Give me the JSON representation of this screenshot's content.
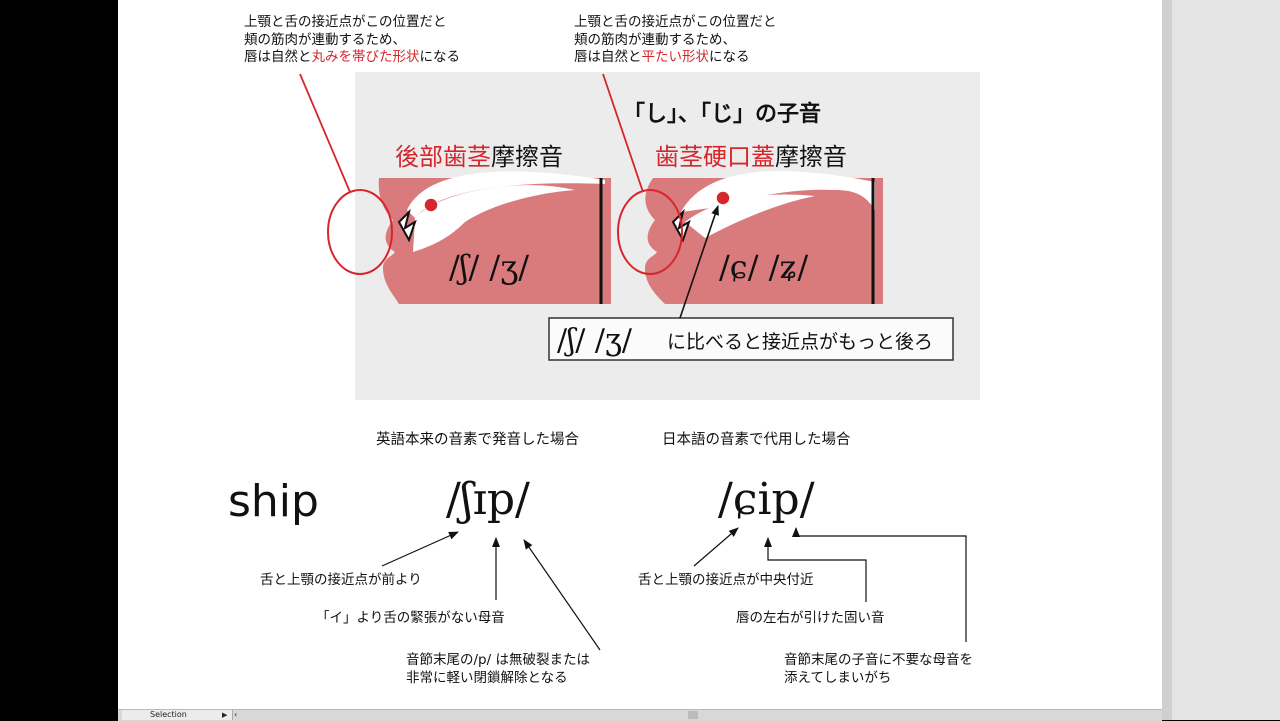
{
  "top_notes": {
    "left": {
      "line1": "上顎と舌の接近点がこの位置だと",
      "line2": "頬の筋肉が連動するため、",
      "line3_pre": "唇は自然と",
      "line3_red": "丸みを帯びた形状",
      "line3_post": "になる"
    },
    "right": {
      "line1": "上顎と舌の接近点がこの位置だと",
      "line2": "頬の筋肉が連動するため、",
      "line3_pre": "唇は自然と",
      "line3_red": "平たい形状",
      "line3_post": "になる"
    }
  },
  "illustration": {
    "heading": "「し」、「じ」の子音",
    "left_label_red": "後部歯茎",
    "left_label_black": "摩擦音",
    "right_label_red": "歯茎硬口蓋",
    "right_label_black": "摩擦音",
    "left_symbols": "/ʃ/ /ʒ/",
    "right_symbols": "/ɕ/ /ʑ/",
    "caption_symbols": "/ʃ/ /ʒ/",
    "caption_text": "に比べると接近点がもっと後ろ"
  },
  "section_headers": {
    "left": "英語本来の音素で発音した場合",
    "right": "日本語の音素で代用した場合"
  },
  "word": "ship",
  "ipa_english": "/ʃɪp/",
  "ipa_japanese": "/ɕip/",
  "annotations_left": {
    "a1": "舌と上顎の接近点が前より",
    "a2": "「イ」より舌の緊張がない母音",
    "a3_line1": "音節末尾の/p/ は無破裂または",
    "a3_line2": "非常に軽い閉鎖解除となる"
  },
  "annotations_right": {
    "b1": "舌と上顎の接近点が中央付近",
    "b2": "唇の左右が引けた固い音",
    "b3_line1": "音節末尾の子音に不要な母音を",
    "b3_line2": "添えてしまいがち"
  },
  "status": {
    "mode": "Selection"
  },
  "colors": {
    "accent_red": "#d6262c",
    "mouth_pink": "#d97a7c"
  }
}
